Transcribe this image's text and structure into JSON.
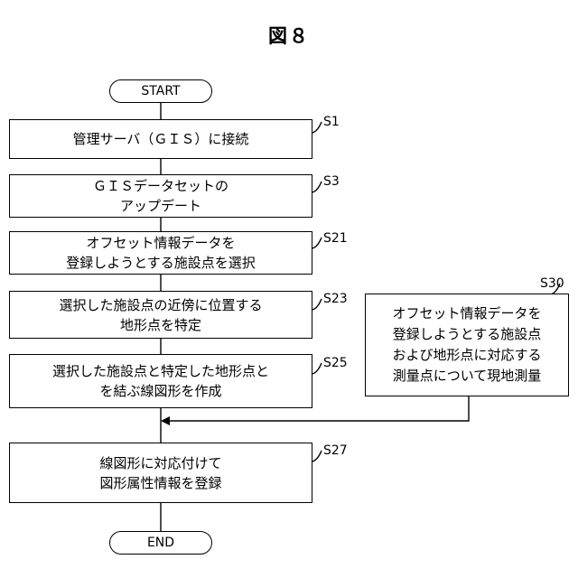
{
  "figure_title": "図８",
  "terminals": {
    "start": "START",
    "end": "END"
  },
  "steps": [
    {
      "id": "S1",
      "text": "管理サーバ（ＧＩＳ）に接続"
    },
    {
      "id": "S3",
      "text": "ＧＩＳデータセットの\nアップデート"
    },
    {
      "id": "S21",
      "text": "オフセット情報データを\n登録しようとする施設点を選択"
    },
    {
      "id": "S23",
      "text": "選択した施設点の近傍に位置する\n地形点を特定"
    },
    {
      "id": "S25",
      "text": "選択した施設点と特定した地形点と\nを結ぶ線図形を作成"
    },
    {
      "id": "S30",
      "text": "オフセット情報データを\n登録しようとする施設点\nおよび地形点に対応する\n測量点について現地測量"
    },
    {
      "id": "S27",
      "text": "線図形に対応付けて\n図形属性情報を登録"
    }
  ]
}
